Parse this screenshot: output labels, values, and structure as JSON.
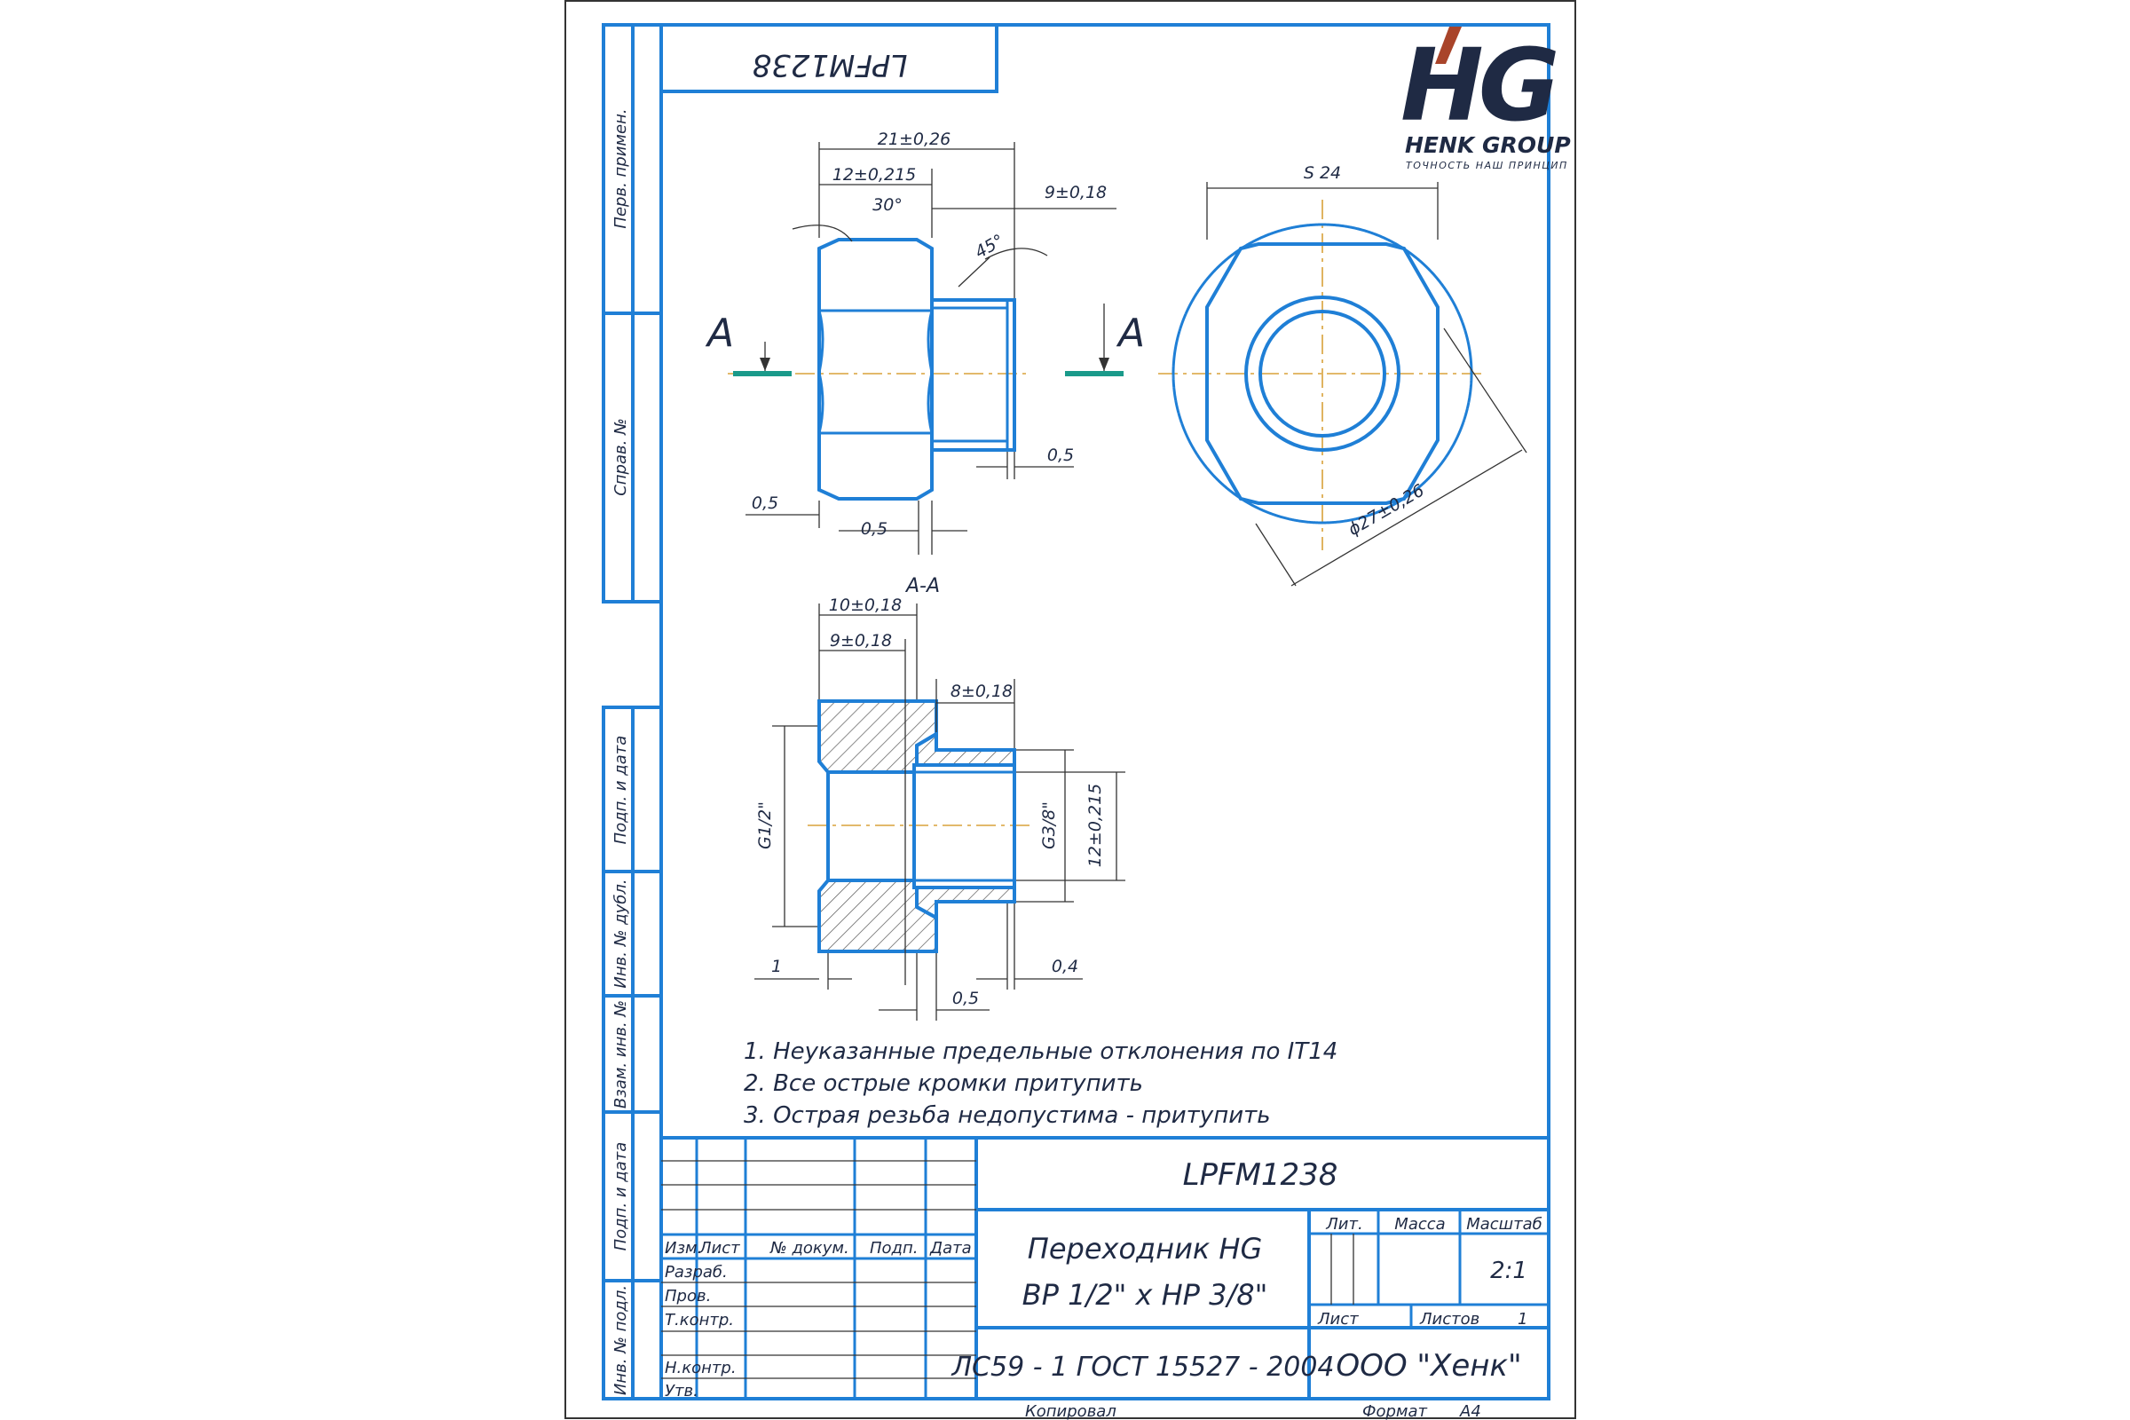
{
  "document": {
    "code_top": "LPFM1238",
    "code_main": "LPFM1238",
    "title_line1": "Переходник HG",
    "title_line2": "ВР 1/2\" х НР 3/8\"",
    "material": "ЛС59 - 1 ГОСТ 15527 - 2004",
    "company": "ООО \"Хенк\"",
    "scale": "2:1",
    "sheets_count": "1",
    "copied": "Копировал",
    "format_label": "Формат",
    "format_value": "А4"
  },
  "logo": {
    "letters": "HG",
    "name": "HENK GROUP",
    "slogan": "ТОЧНОСТЬ НАШ ПРИНЦИП",
    "color_main": "#2b4a7e",
    "color_accent": "#a9442a"
  },
  "side_labels": {
    "perv_primen": "Перв. примен.",
    "sprav_no": "Справ. №",
    "podp_data_1": "Подп. и дата",
    "inv_dubl": "Инв. № дубл.",
    "vzam_inv": "Взам. инв. №",
    "podp_data_2": "Подп. и дата",
    "inv_podl": "Инв. № подл."
  },
  "title_block": {
    "col_izm": "Изм.",
    "col_list": "Лист",
    "col_doc": "№ докум.",
    "col_podp": "Подп.",
    "col_data": "Дата",
    "row_razrab": "Разраб.",
    "row_prov": "Пров.",
    "row_tkontr": "Т.контр.",
    "row_nkontr": "Н.контр.",
    "row_utv": "Утв.",
    "lit": "Лит.",
    "massa": "Масса",
    "masshtab": "Масштаб",
    "list": "Лист",
    "listov": "Листов"
  },
  "notes": [
    "1. Неуказанные предельные отклонения по IT14",
    "2. Все острые кромки притупить",
    "3. Острая резьба недопустима - притупить"
  ],
  "dimensions": {
    "overall_length": "21±0,26",
    "hex_length": "12±0,215",
    "thread_length": "9±0,18",
    "chamfer_30": "30°",
    "chamfer_45": "45°",
    "s_across": "S 24",
    "diam_corners": "ϕ27±0,26",
    "ch_a": "0,5",
    "ch_b": "0,5",
    "ch_c": "0,5",
    "section_label": "А-А",
    "cut_label_left": "А",
    "cut_label_right": "А",
    "sec_10": "10±0,18",
    "sec_9": "9±0,18",
    "sec_8": "8±0,18",
    "g_half": "G1/2\"",
    "g_38": "G3/8\"",
    "sec_12": "12±0,215",
    "sec_1": "1",
    "sec_05": "0,5",
    "sec_04": "0,4"
  }
}
